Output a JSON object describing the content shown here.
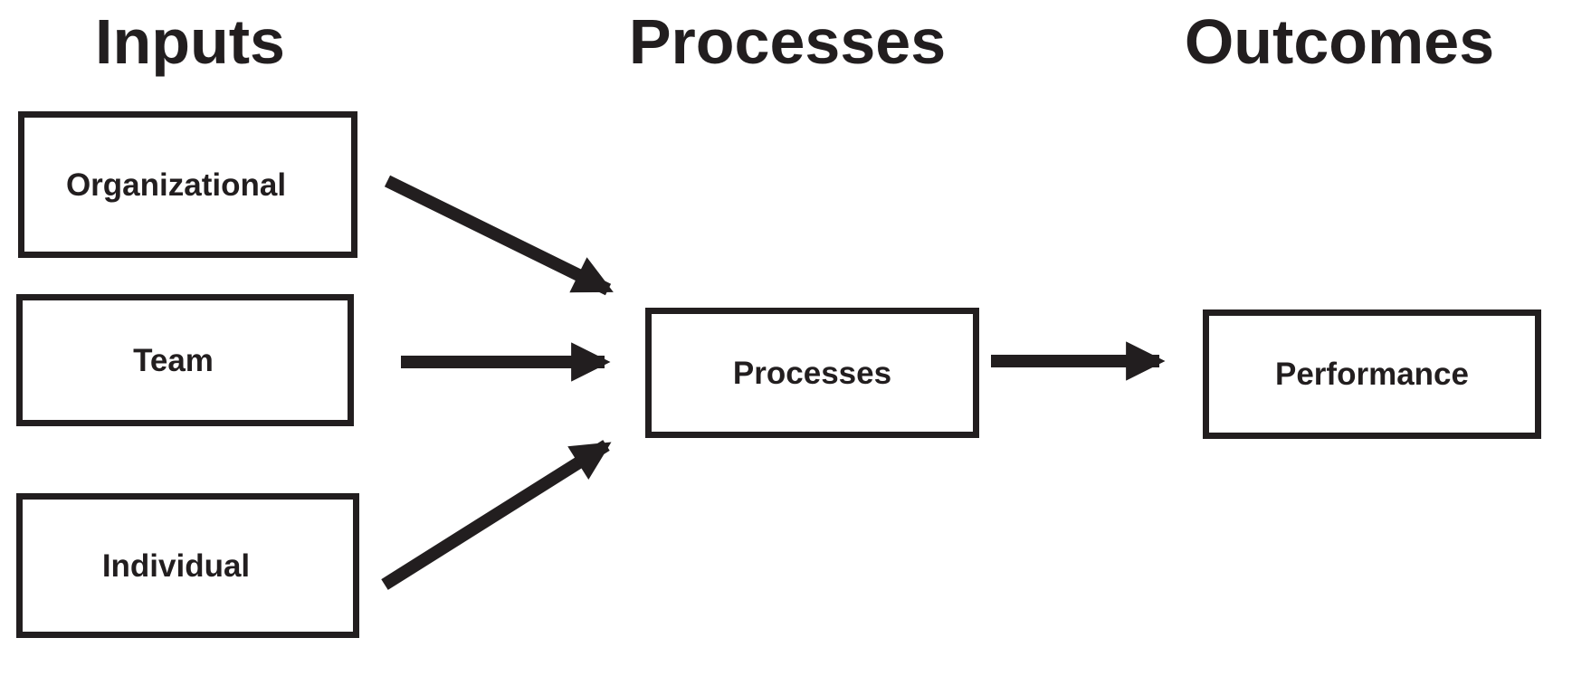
{
  "diagram": {
    "type": "flow-diagram",
    "columns": [
      {
        "label": "Inputs"
      },
      {
        "label": "Processes"
      },
      {
        "label": "Outcomes"
      }
    ],
    "nodes": [
      {
        "label": "Organizational",
        "column": "Inputs"
      },
      {
        "label": "Team",
        "column": "Inputs"
      },
      {
        "label": "Individual",
        "column": "Inputs"
      },
      {
        "label": "Processes",
        "column": "Processes"
      },
      {
        "label": "Performance",
        "column": "Outcomes"
      }
    ],
    "edges": [
      {
        "from": "Organizational",
        "to": "Processes"
      },
      {
        "from": "Team",
        "to": "Processes"
      },
      {
        "from": "Individual",
        "to": "Processes"
      },
      {
        "from": "Processes",
        "to": "Performance"
      }
    ],
    "colors": {
      "ink": "#221e1f",
      "background": "#ffffff"
    }
  }
}
